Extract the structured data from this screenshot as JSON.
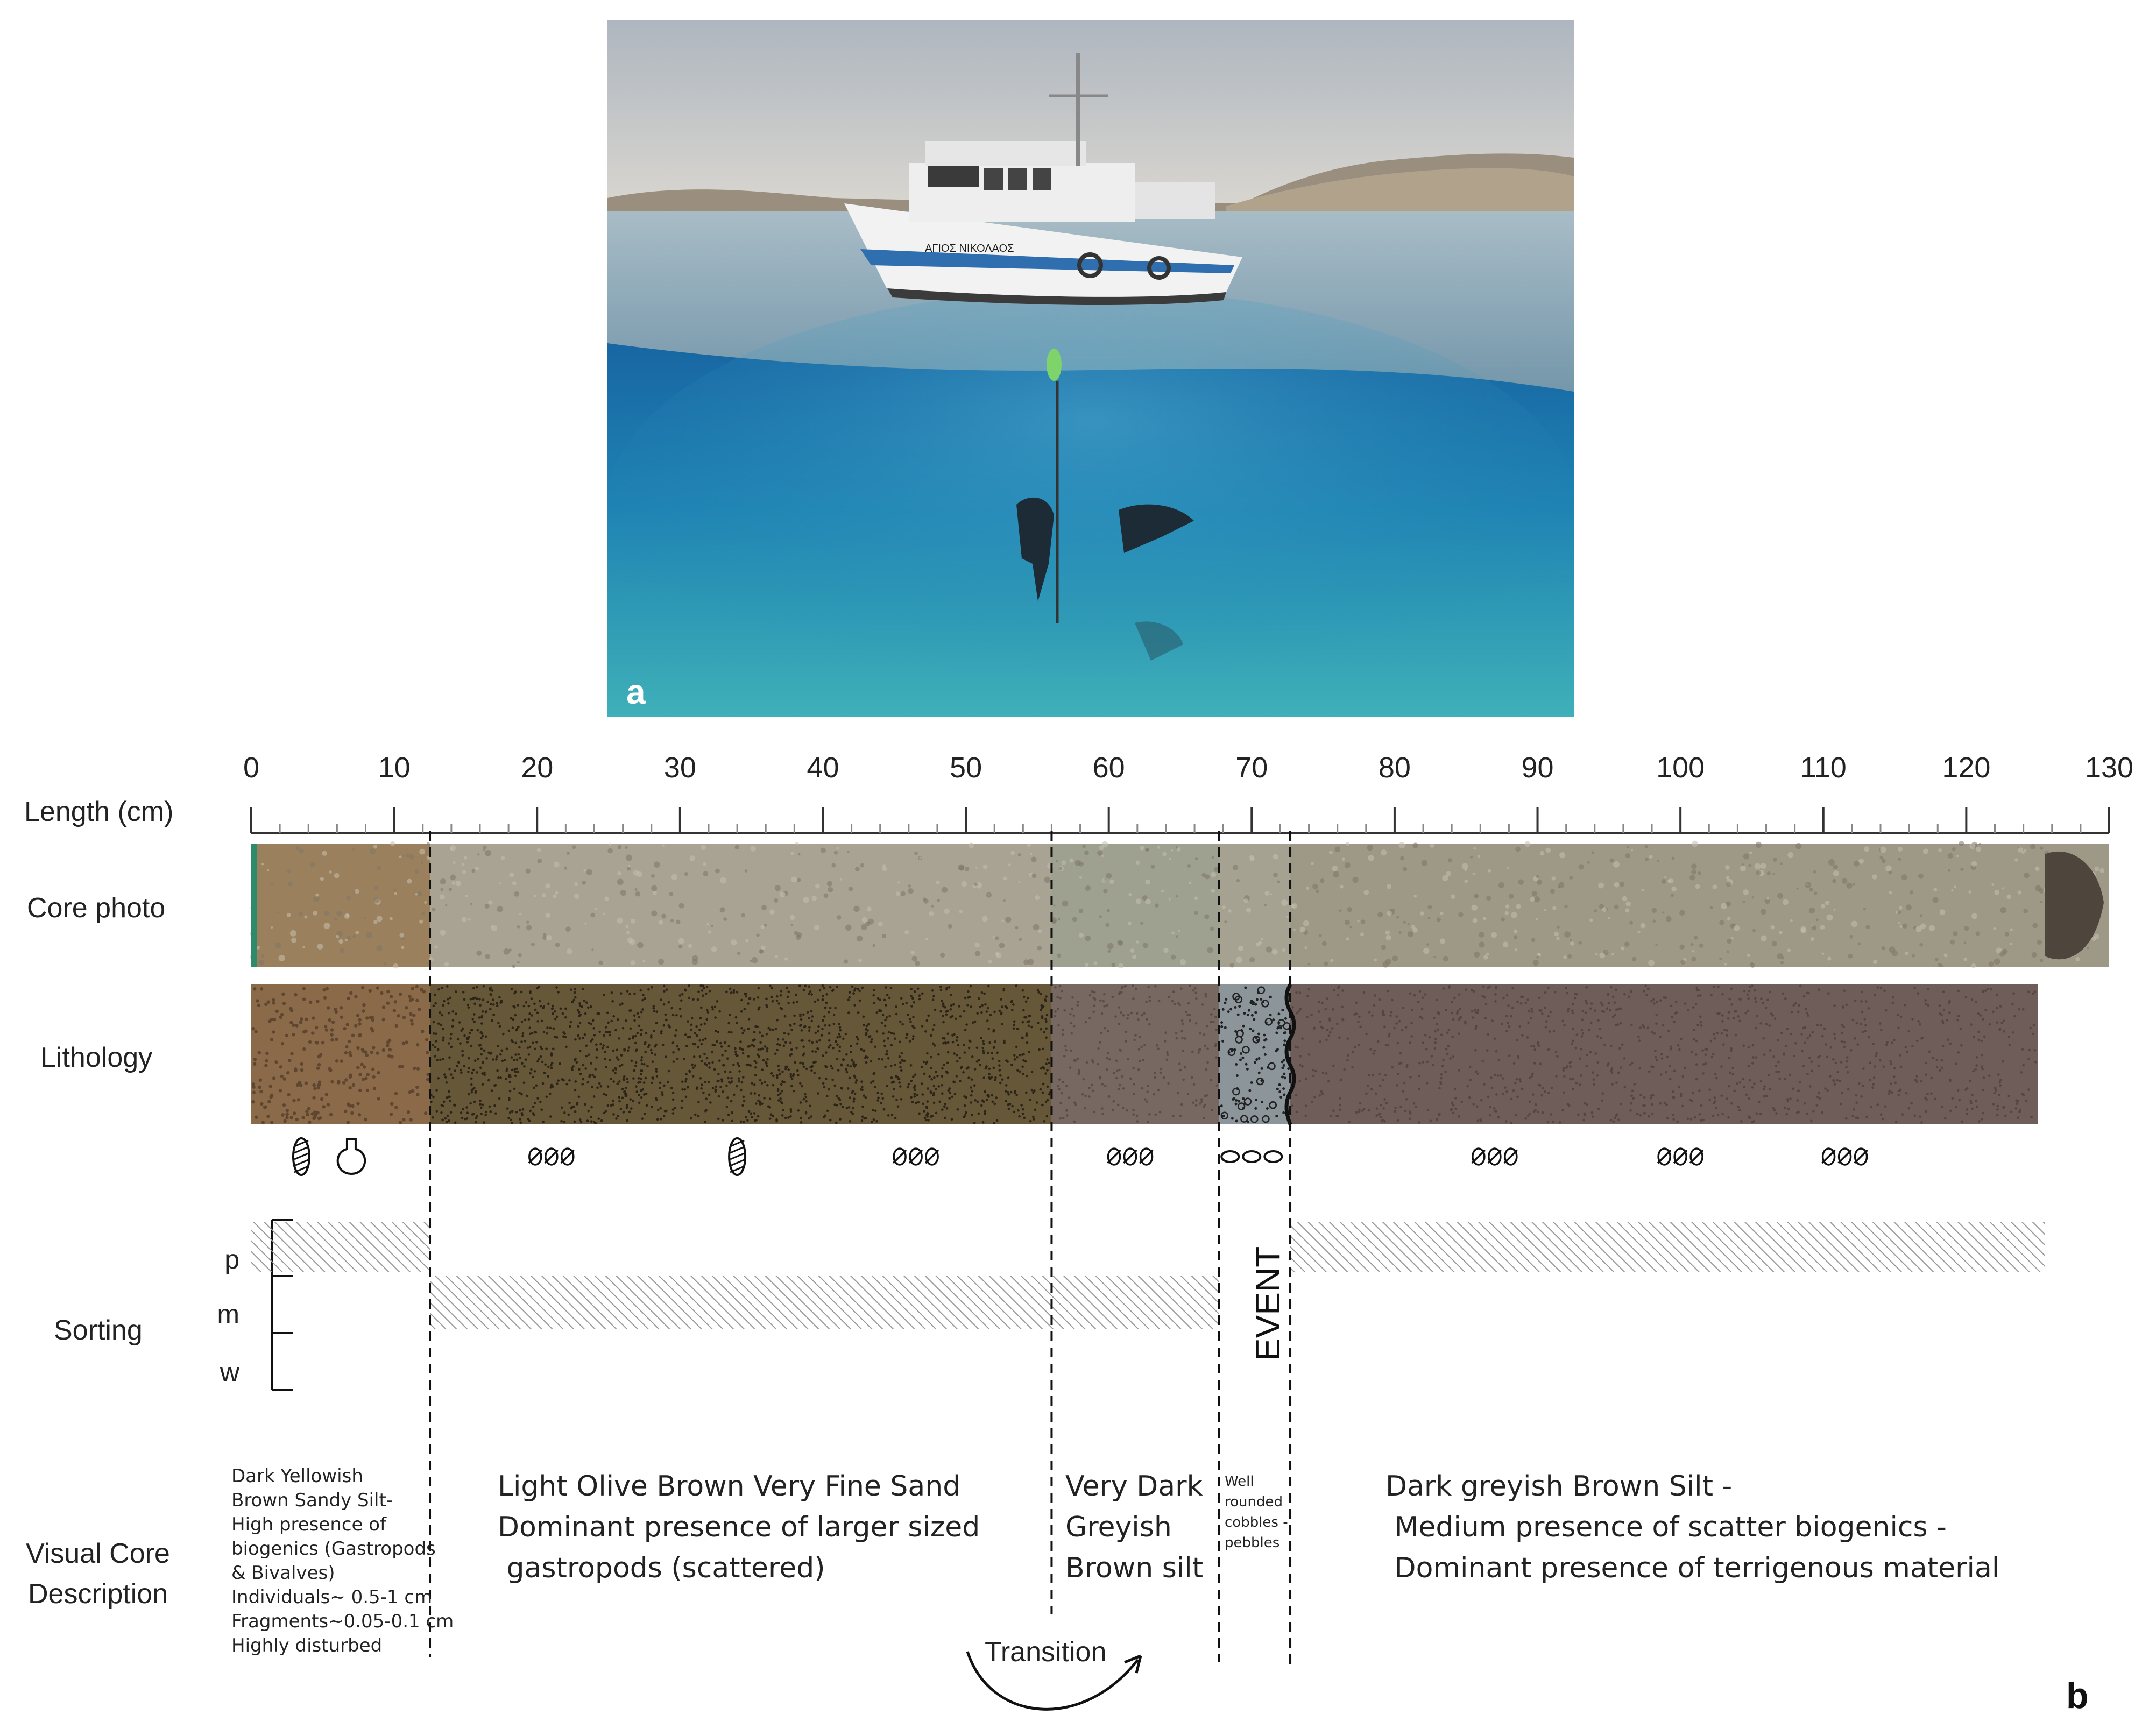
{
  "panel_a": {
    "label": "a",
    "boat_name": "ΑΓΙΟΣ ΝΙΚΟΛΑΟΣ",
    "colors": {
      "sky": "#c8ccd0",
      "sea_surface": "#8fa9b8",
      "underwater": "#1f83b0",
      "seabed": "#35a7b8"
    }
  },
  "panel_b": {
    "label": "b",
    "length_label": "Length (cm)",
    "row_labels": {
      "core_photo": "Core photo",
      "lithology": "Lithology",
      "sorting": "Sorting",
      "visual_core_line1": "Visual Core",
      "visual_core_line2": "Description"
    },
    "scale": {
      "min": 0,
      "max": 130,
      "major_ticks": [
        0,
        10,
        20,
        30,
        40,
        50,
        60,
        70,
        80,
        90,
        100,
        110,
        120,
        130
      ],
      "tick_labels": [
        "0",
        "10",
        "20",
        "30",
        "40",
        "50",
        "60",
        "70",
        "80",
        "90",
        "100",
        "110",
        "120",
        "130"
      ]
    },
    "boundaries_cm": [
      12.5,
      56,
      67.7,
      72.7
    ],
    "core_end_cm": 130,
    "lithology_end_cm": 125,
    "sorting_axis": {
      "labels": [
        "p",
        "m",
        "w"
      ]
    },
    "units": [
      {
        "name": "unit-1",
        "start": 0,
        "end": 12.5,
        "color": "#8a6a48",
        "dot": "#5e4630",
        "sorting": "p",
        "description": [
          "Dark Yellowish",
          "Brown Sandy Silt-",
          "High presence of",
          "biogenics (Gastropods",
          "& Bivalves)",
          "Individuals~ 0.5-1 cm",
          "Fragments~0.05-0.1 cm",
          "Highly disturbed"
        ]
      },
      {
        "name": "unit-2",
        "start": 12.5,
        "end": 56,
        "color": "#665738",
        "dot": "#2b2418",
        "sorting": "m",
        "description": [
          "Light Olive Brown Very Fine Sand",
          "Dominant presence of larger sized",
          " gastropods (scattered)"
        ]
      },
      {
        "name": "unit-3",
        "start": 56,
        "end": 67.7,
        "color": "#786862",
        "dot": "#5a4d48",
        "sorting": "m",
        "description": [
          "Very Dark",
          "Greyish",
          "Brown silt"
        ]
      },
      {
        "name": "unit-4",
        "start": 67.7,
        "end": 72.7,
        "color": "#8c959a",
        "dot": "#222222",
        "sorting": "",
        "description": [
          "Well",
          "rounded",
          "cobbles -",
          "pebbles"
        ]
      },
      {
        "name": "unit-5",
        "start": 72.7,
        "end": 125,
        "color": "#6e5d58",
        "dot": "#55463f",
        "sorting": "p",
        "description": [
          "Dark greyish Brown Silt -",
          " Medium presence of scatter biogenics -",
          " Dominant presence of terrigenous material"
        ]
      }
    ],
    "event_label": "EVENT",
    "transition_label": "Transition",
    "fossils": [
      {
        "type": "gastropod",
        "cm": 3.5
      },
      {
        "type": "bivalve",
        "cm": 7
      },
      {
        "type": "fragments",
        "cm": 21
      },
      {
        "type": "gastropod",
        "cm": 34
      },
      {
        "type": "fragments",
        "cm": 46.5
      },
      {
        "type": "fragments",
        "cm": 61.5
      },
      {
        "type": "pebbles",
        "cm": 70
      },
      {
        "type": "fragments",
        "cm": 87
      },
      {
        "type": "fragments",
        "cm": 100
      },
      {
        "type": "fragments",
        "cm": 111.5
      }
    ]
  }
}
